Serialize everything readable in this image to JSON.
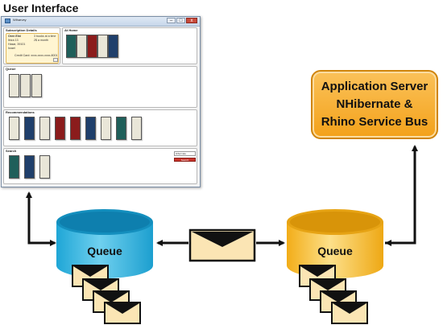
{
  "heading": "User Interface",
  "window": {
    "title": "Wiharvey",
    "min_label": "–",
    "max_label": "□",
    "close_label": "x",
    "subscription": {
      "label": "Subscription Details",
      "name": "Oren Eini",
      "address_lines": [
        "Ibiza 13",
        "Hasar, 39101",
        "Israel"
      ],
      "plan_lines": [
        "3 books at a time",
        "2$ a month"
      ],
      "credit_card": "Credit Card: xxxx-xxxx-xxxx-8001"
    },
    "at_home_label": "At Home",
    "queue_label": "Queue",
    "recommendations_label": "Recommendations",
    "search_label": "Search",
    "search_input_value": "Hibernate",
    "search_button_label": "Search"
  },
  "server": {
    "lines": [
      "Application Server",
      "NHibernate &",
      "Rhino Service Bus"
    ]
  },
  "queues": {
    "left_label": "Queue",
    "right_label": "Queue"
  },
  "colors": {
    "queue_left": "#37b8e0",
    "queue_right": "#f5b82c",
    "server": "#f3a11a",
    "envelope": "#fbe5b4"
  },
  "book_colors": {
    "at_home": [
      "#1f5f5a",
      "#e9e6d8",
      "#8b1c1c",
      "#e9e6d8",
      "#1f3f6b"
    ],
    "queue": [
      "#e9e6d8",
      "#e9e6d8",
      "#e9e6d8"
    ],
    "recommendations": [
      "#e9e6d8",
      "#1f3f6b",
      "#e9e6d8",
      "#8b1c1c",
      "#8b1c1c",
      "#1f3f6b",
      "#e9e6d8",
      "#1f5f5a",
      "#e9e6d8"
    ],
    "search": [
      "#1f5f5a",
      "#1f3f6b",
      "#e9e6d8"
    ]
  }
}
